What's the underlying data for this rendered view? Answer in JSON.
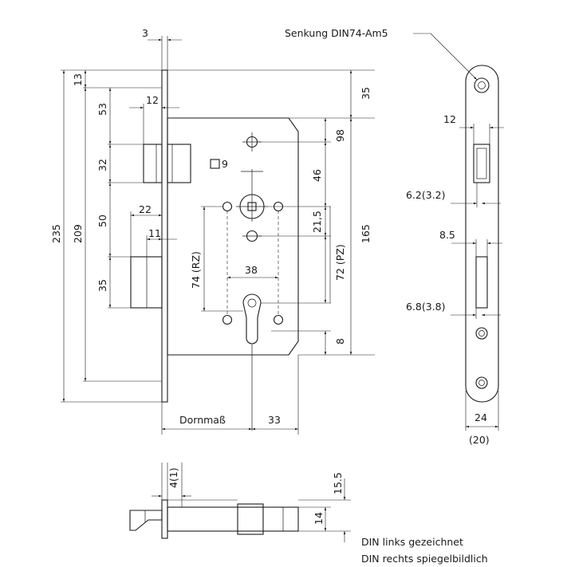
{
  "dimensions": {
    "d3": "3",
    "d13": "13",
    "d53": "53",
    "d12a": "12",
    "d32": "32",
    "d235": "235",
    "d209": "209",
    "d50": "50",
    "d22": "22",
    "d11": "11",
    "d35a": "35",
    "d35b": "35",
    "d98": "98",
    "d46": "46",
    "d215": "21,5",
    "d165": "165",
    "d72pz": "72 (PZ)",
    "d74rz": "74 (RZ)",
    "d38": "38",
    "d8": "8",
    "dornmass": "Dornmaß",
    "d33": "33",
    "d12b": "12",
    "d62": "6.2(3.2)",
    "d85": "8.5",
    "d68": "6.8(3.8)",
    "d24": "24",
    "d20": "(20)",
    "d41": "4(1)",
    "d155": "15.5",
    "d14": "14"
  },
  "labels": {
    "square9": "9",
    "senkung": "Senkung DIN74-Am5",
    "note_line1": "DIN links gezeichnet",
    "note_line2": "DIN rechts spiegelbildlich"
  }
}
